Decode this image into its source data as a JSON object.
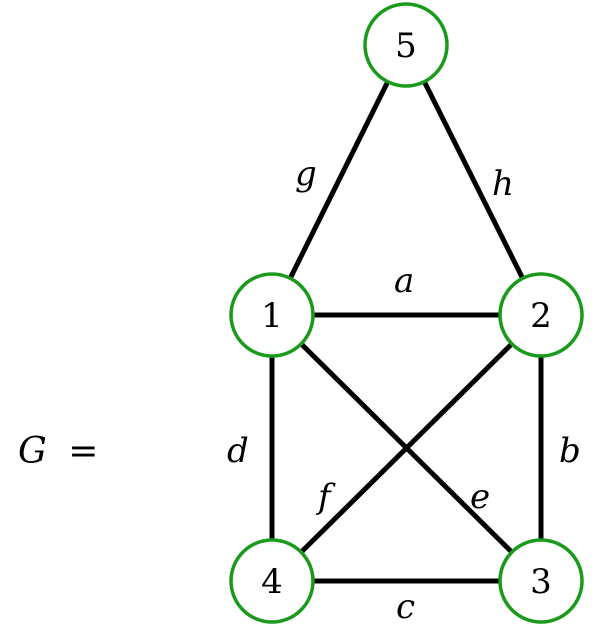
{
  "graph": {
    "title_var": "G",
    "title_eq": "=",
    "colors": {
      "node_stroke": "#1a9a1a",
      "edge": "#000000"
    },
    "nodes": [
      {
        "id": "1",
        "label": "1"
      },
      {
        "id": "2",
        "label": "2"
      },
      {
        "id": "3",
        "label": "3"
      },
      {
        "id": "4",
        "label": "4"
      },
      {
        "id": "5",
        "label": "5"
      }
    ],
    "edges": [
      {
        "label": "a",
        "from": "1",
        "to": "2"
      },
      {
        "label": "b",
        "from": "2",
        "to": "3"
      },
      {
        "label": "c",
        "from": "4",
        "to": "3"
      },
      {
        "label": "d",
        "from": "1",
        "to": "4"
      },
      {
        "label": "e",
        "from": "1",
        "to": "3"
      },
      {
        "label": "f",
        "from": "2",
        "to": "4"
      },
      {
        "label": "g",
        "from": "1",
        "to": "5"
      },
      {
        "label": "h",
        "from": "5",
        "to": "2"
      }
    ]
  }
}
